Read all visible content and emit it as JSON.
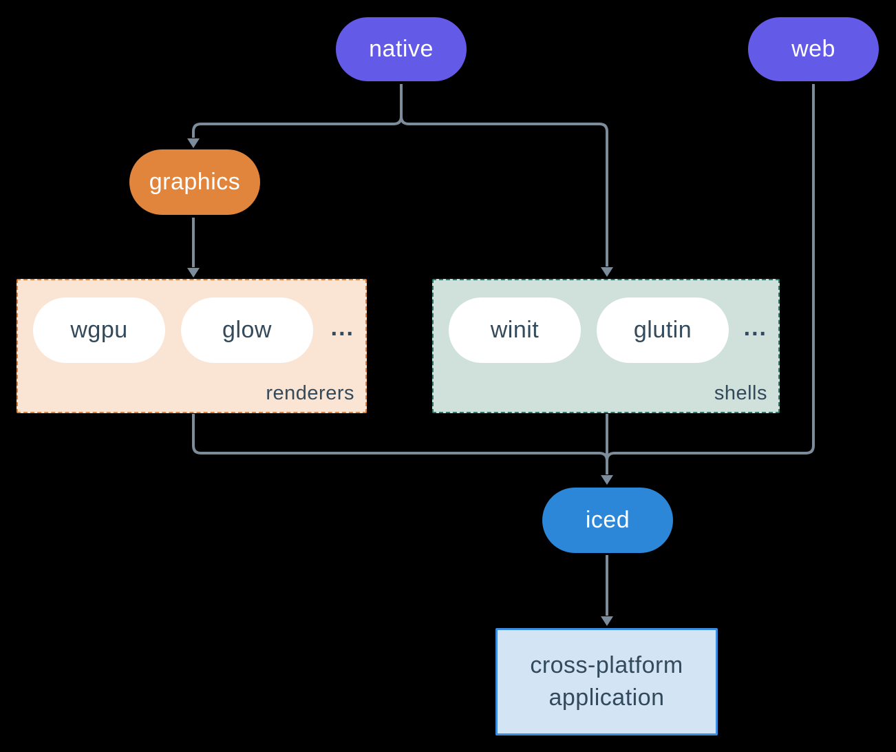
{
  "diagram": {
    "nodes": {
      "native": "native",
      "web": "web",
      "graphics": "graphics",
      "iced": "iced",
      "app_line1": "cross-platform",
      "app_line2": "application"
    },
    "groups": {
      "renderers": {
        "label": "renderers",
        "pills": [
          "wgpu",
          "glow"
        ],
        "more": "..."
      },
      "shells": {
        "label": "shells",
        "pills": [
          "winit",
          "glutin"
        ],
        "more": "..."
      }
    }
  },
  "colors": {
    "background": "#000000",
    "purple": "#645ae8",
    "orange": "#e2853c",
    "blue": "#2d87d8",
    "peach_bg": "#fae4d4",
    "orange_border": "#e0813c",
    "sage_bg": "#d0e0db",
    "teal_border": "#2c7a6e",
    "pill_white": "#ffffff",
    "app_bg": "#d3e4f5",
    "app_border": "#3c8de0",
    "dark_text": "#334a5c",
    "light_text": "#ffffff",
    "line": "#7d8c9b"
  }
}
